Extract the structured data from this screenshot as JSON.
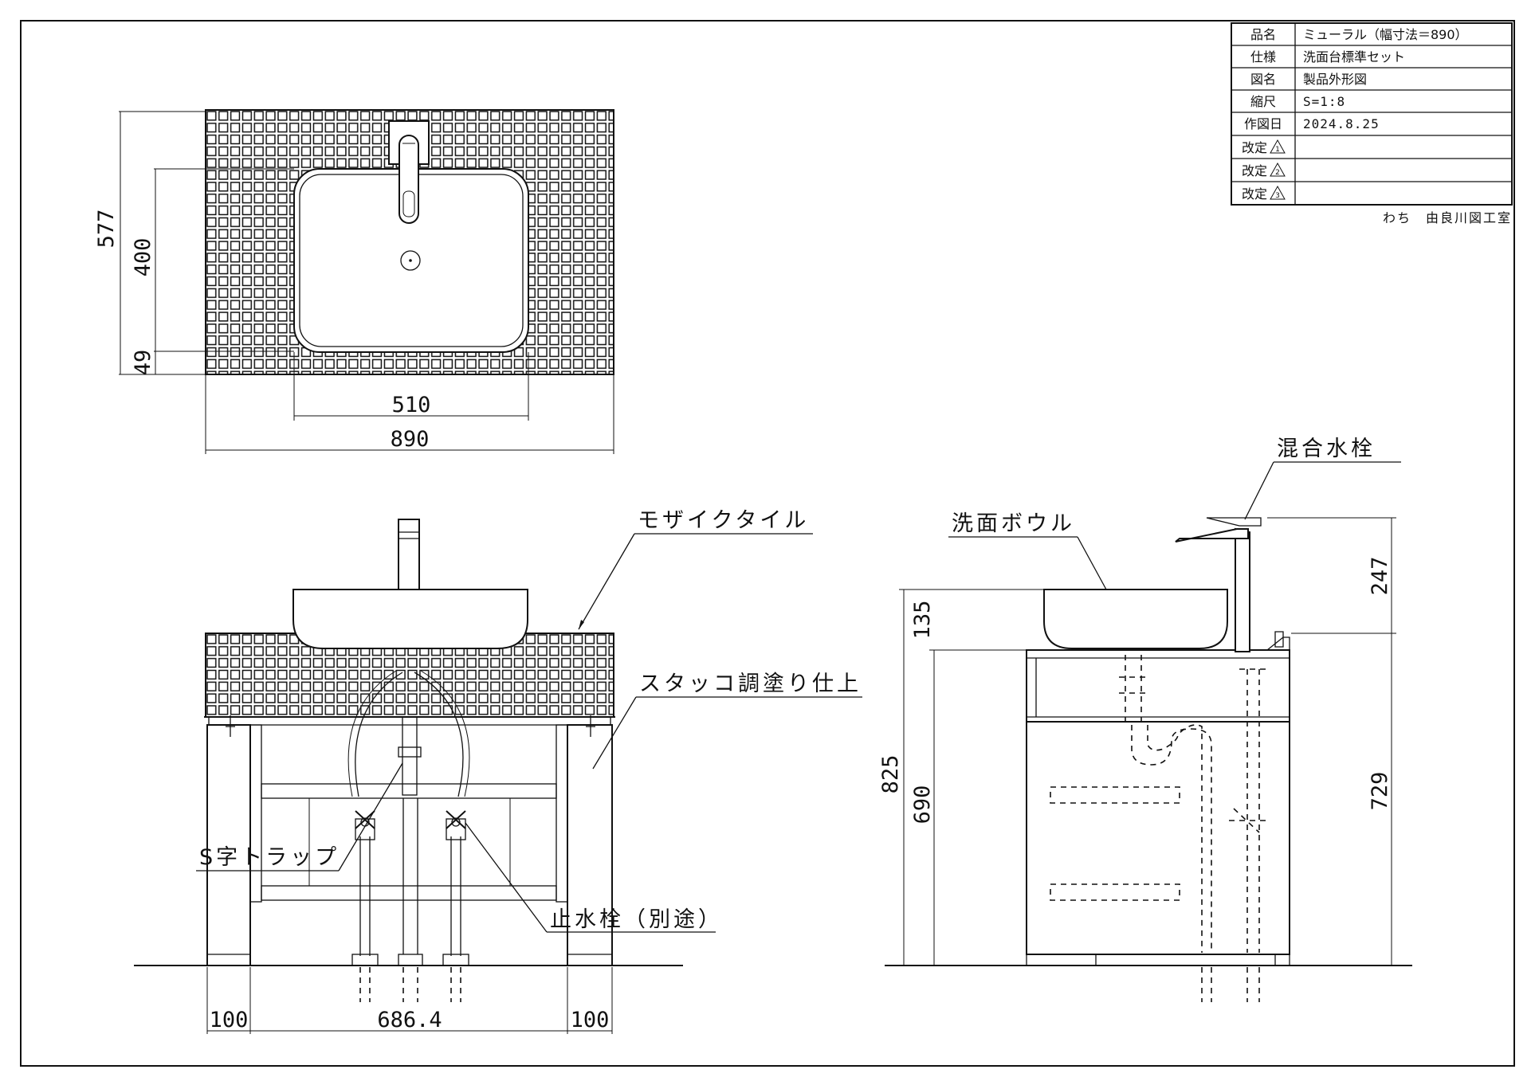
{
  "title_block": {
    "rows": [
      {
        "label": "品名",
        "value": "ミューラル（幅寸法＝890）"
      },
      {
        "label": "仕様",
        "value": "洗面台標準セット"
      },
      {
        "label": "図名",
        "value": "製品外形図"
      },
      {
        "label": "縮尺",
        "value": "S=1:8"
      },
      {
        "label": "作図日",
        "value": "2024.8.25"
      },
      {
        "label": "改定",
        "mark": "1",
        "value": ""
      },
      {
        "label": "改定",
        "mark": "2",
        "value": ""
      },
      {
        "label": "改定",
        "mark": "3",
        "value": ""
      }
    ],
    "studio": "わち　由良川図工室"
  },
  "plan_view": {
    "dims": {
      "depth_total": "577",
      "bowl_depth": "400",
      "front_offset": "49",
      "bowl_width": "510",
      "total_width": "890"
    }
  },
  "front_view": {
    "labels": {
      "tile": "モザイクタイル",
      "stucco": "スタッコ調塗り仕上",
      "trap": "S字トラップ",
      "stop_valve": "止水栓（別途）"
    },
    "dims": {
      "left": "100",
      "center": "686.4",
      "right": "100"
    }
  },
  "side_view": {
    "labels": {
      "faucet": "混合水栓",
      "bowl": "洗面ボウル"
    },
    "dims": {
      "bowl_height": "135",
      "total_height": "825",
      "counter_height": "690",
      "faucet_height": "247",
      "faucet_level": "729"
    }
  },
  "colors": {
    "line": "#111111",
    "paper": "#ffffff"
  }
}
